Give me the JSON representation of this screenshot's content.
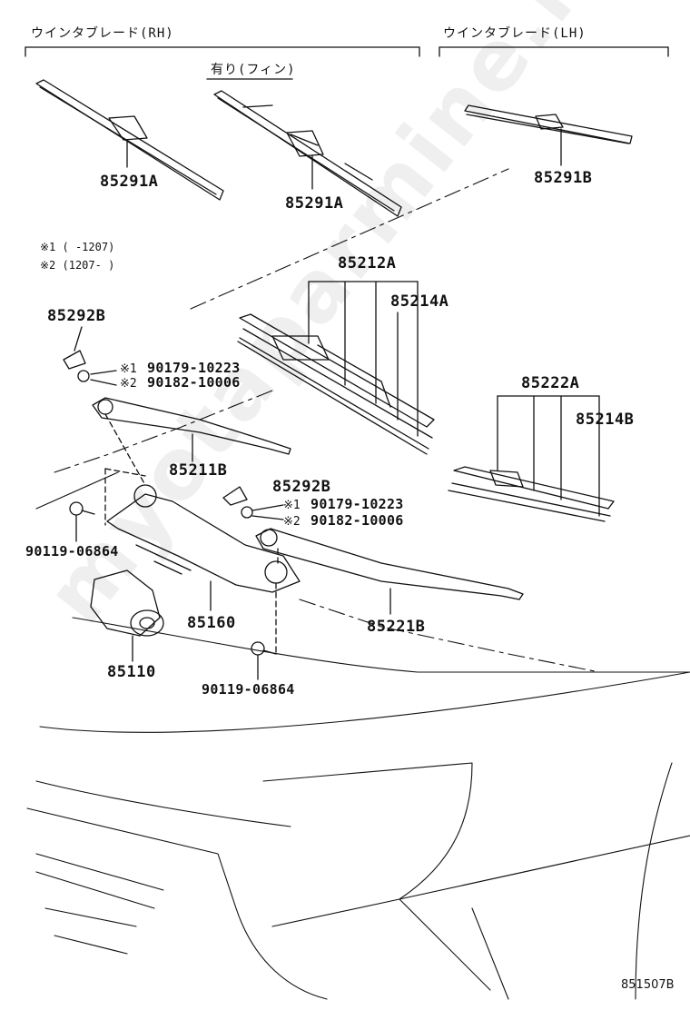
{
  "headers": {
    "rh": "ウインタブレード(RH)",
    "lh": "ウインタブレード(LH)",
    "fin": "有り(フィン)"
  },
  "notes": {
    "note1": "※1 (     -1207)",
    "note2": "※2 (1207-      )"
  },
  "parts": {
    "p85291A_1": "85291A",
    "p85291A_2": "85291A",
    "p85291B": "85291B",
    "p85212A": "85212A",
    "p85214A": "85214A",
    "p85222A": "85222A",
    "p85214B": "85214B",
    "p85292B_1": "85292B",
    "p85292B_2": "85292B",
    "p85211B": "85211B",
    "p85221B": "85221B",
    "p85160": "85160",
    "p85110": "85110",
    "p90119_1": "90119-06864",
    "p90119_2": "90119-06864",
    "nut1_a": "90179-10223",
    "nut1_b": "90182-10006",
    "nut2_a": "90179-10223",
    "nut2_b": "90182-10006"
  },
  "marks": {
    "m1": "※1",
    "m2": "※2"
  },
  "watermark": "myotaparmine.ru",
  "diagram_code": "851507B"
}
